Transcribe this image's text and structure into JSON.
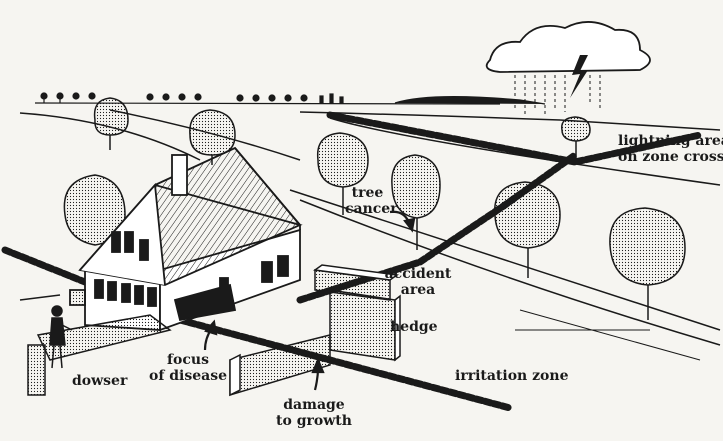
{
  "labels": {
    "lightning_area": [
      "lightning area",
      "on zone crossing"
    ],
    "tree_cancer": [
      "tree",
      "cancer"
    ],
    "accident_area": [
      "accident",
      "area"
    ],
    "hedge": "hedge",
    "focus_of_disease": [
      "focus",
      "of disease"
    ],
    "damage_to_growth": [
      "damage",
      "to growth"
    ],
    "dowser": "dowser",
    "irritation_zone": "irritation zone"
  },
  "colors": {
    "ink": "#1a1a1a",
    "paper": "#f6f5f1"
  }
}
